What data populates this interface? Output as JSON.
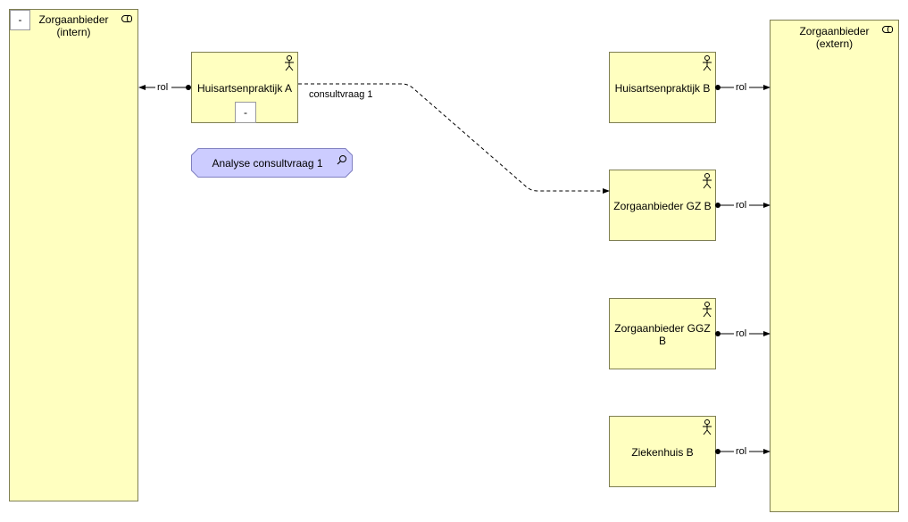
{
  "diagram": {
    "groups": {
      "intern": {
        "title": "Zorgaanbieder\n(intern)",
        "collapse_label": "-",
        "icon": "role-icon"
      },
      "extern": {
        "title": "Zorgaanbieder\n(extern)",
        "icon": "role-icon"
      }
    },
    "actors": {
      "huisartsenpraktijk_a": {
        "label": "Huisartsenpraktijk A",
        "collapse_label": "-",
        "icon": "actor-icon"
      },
      "huisartsenpraktijk_b": {
        "label": "Huisartsenpraktijk B",
        "icon": "actor-icon"
      },
      "zorgaanbieder_gz_b": {
        "label": "Zorgaanbieder GZ B",
        "icon": "actor-icon"
      },
      "zorgaanbieder_ggz_b": {
        "label": "Zorgaanbieder GGZ\nB",
        "icon": "actor-icon"
      },
      "ziekenhuis_b": {
        "label": "Ziekenhuis B",
        "icon": "actor-icon"
      }
    },
    "event": {
      "label": "Analyse consultvraag 1",
      "icon": "search-icon"
    },
    "edges": {
      "rol_a": "rol",
      "rol_hb": "rol",
      "rol_gz": "rol",
      "rol_ggz": "rol",
      "rol_zh": "rol",
      "flow": "consultvraag 1"
    },
    "colors": {
      "box_fill": "#ffffc0",
      "box_border": "#7f7f53",
      "event_fill": "#ccccff",
      "event_border": "#8080c0"
    }
  }
}
